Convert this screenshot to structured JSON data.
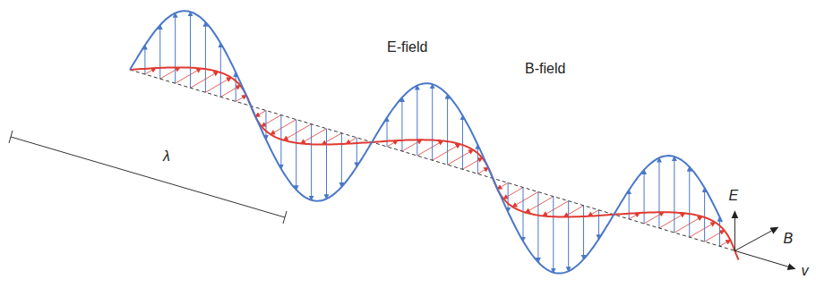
{
  "diagram": {
    "labels": [
      "E-field",
      "B-field",
      "λ",
      "E",
      "B",
      "v"
    ]
  }
}
